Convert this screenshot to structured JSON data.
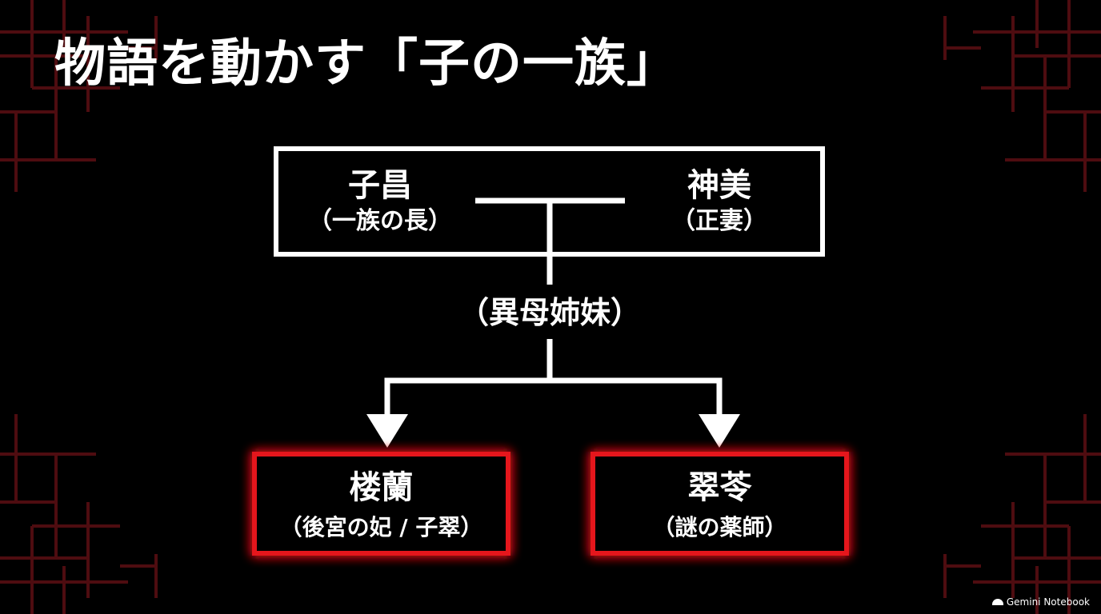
{
  "title": "物語を動かす「子の一族」",
  "parents": {
    "left": {
      "name": "子昌",
      "role": "（一族の長）"
    },
    "right": {
      "name": "神美",
      "role": "（正妻）"
    }
  },
  "relation": "（異母姉妹）",
  "children": {
    "left": {
      "name": "楼蘭",
      "role": "（後宮の妃 / 子翠）"
    },
    "right": {
      "name": "翠苓",
      "role": "（謎の薬師）"
    }
  },
  "colors": {
    "accent": "#e5161a",
    "frame": "#ffffff",
    "ornament": "#5a0e12",
    "background": "#000000"
  },
  "badge": {
    "icon": "gemini-icon",
    "label": "Gemini Notebook"
  }
}
